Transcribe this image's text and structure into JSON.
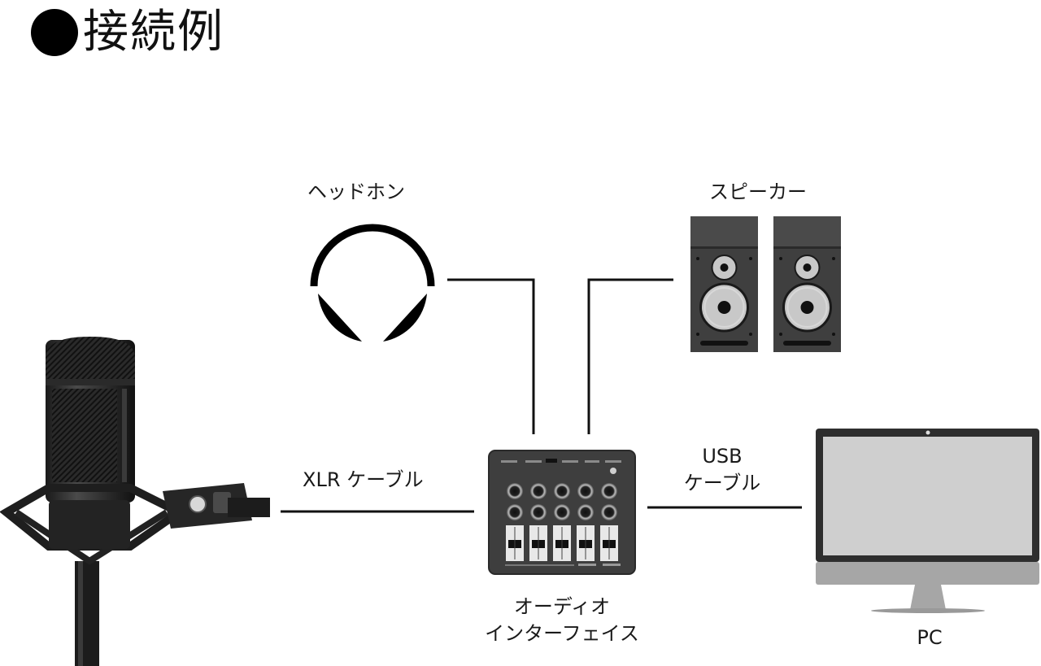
{
  "title": {
    "bullet": "●",
    "text": "接続例"
  },
  "devices": {
    "headphones": {
      "label": "ヘッドホン",
      "icon": "headphones-icon"
    },
    "speakers": {
      "label": "スピーカー",
      "icon": "speaker-icon",
      "count": 2
    },
    "microphone": {
      "icon": "condenser-microphone-icon"
    },
    "interface": {
      "label_line1": "オーディオ",
      "label_line2": "インターフェイス",
      "icon": "audio-interface-icon"
    },
    "pc": {
      "label": "PC",
      "icon": "monitor-icon"
    }
  },
  "cables": {
    "xlr": {
      "label": "XLR ケーブル"
    },
    "usb": {
      "label_line1": "USB",
      "label_line2": "ケーブル"
    }
  },
  "colors": {
    "line": "#111111",
    "device_dark": "#3f3f3f",
    "speaker_cone": "#c8c8c8",
    "screen": "#cfcfcf",
    "stand": "#a6a6a6"
  }
}
